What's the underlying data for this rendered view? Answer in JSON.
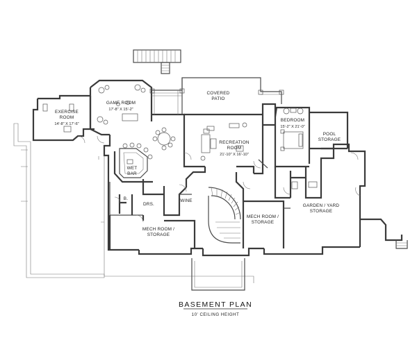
{
  "plan": {
    "title": "BASEMENT PLAN",
    "subtitle": "10' CEILING HEIGHT"
  },
  "rooms": {
    "exercise": {
      "name_1": "EXERCISE",
      "name_2": "ROOM",
      "dims": "14'-8\" X 17'-6\""
    },
    "game": {
      "name": "GAME ROOM",
      "dims": "17'-8\" X 15'-2\""
    },
    "patio": {
      "name_1": "COVERED",
      "name_2": "PATIO"
    },
    "recreation": {
      "name_1": "RECREATION",
      "name_2": "ROOM",
      "dims": "21'-10\" X 16'-10\""
    },
    "bedroom": {
      "name": "BEDROOM",
      "dims": "15'-2\" X 21'-0\""
    },
    "pool": {
      "name_1": "POOL",
      "name_2": "STORAGE"
    },
    "wetbar": {
      "name_1": "WET",
      "name_2": "BAR"
    },
    "bath": {
      "name": "B."
    },
    "dressing": {
      "name": "DRS."
    },
    "wine": {
      "name": "WINE"
    },
    "mech_left": {
      "name_1": "MECH ROOM /",
      "name_2": "STORAGE"
    },
    "mech_center": {
      "name_1": "MECH ROOM /",
      "name_2": "STORAGE"
    },
    "garden": {
      "name_1": "GARDEN / YARD",
      "name_2": "STORAGE"
    }
  }
}
